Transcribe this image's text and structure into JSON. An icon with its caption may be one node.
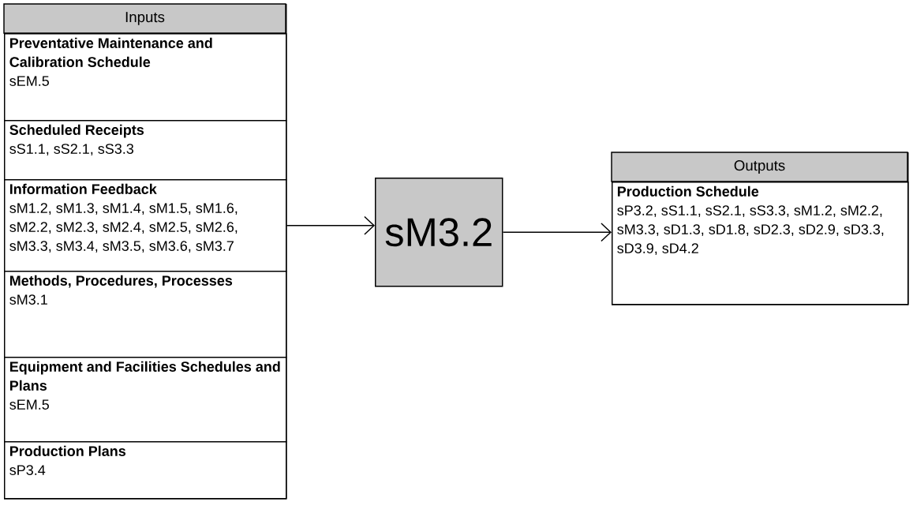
{
  "diagram": {
    "nodes": [
      {
        "text": [
          "Inputs"
        ]
      },
      {
        "text": [
          "Preventative Maintenance and Calibration Schedule",
          "sEM.5"
        ],
        "in": 0
      },
      {
        "text": [
          "Scheduled Receipts",
          "sS1.1, sS2.1, sS3.3"
        ],
        "in": 0
      },
      {
        "text": [
          "Information Feedback",
          "sM1.2, sM1.3, sM1.4, sM1.5, sM1.6, sM2.2, sM2.3, sM2.4, sM2.5, sM2.6, sM3.3, sM3.4, sM3.5, sM3.6, sM3.7"
        ],
        "in": 0
      },
      {
        "text": [
          "Methods, Procedures, Processes",
          "sM3.1"
        ],
        "in": 0
      },
      {
        "text": [
          "Equipment and Facilities Schedules and Plans",
          "sEM.5"
        ],
        "in": 0
      },
      {
        "text": [
          "Production Plans",
          "sP3.4"
        ],
        "in": 0
      },
      {
        "text": [
          "sM3.2"
        ]
      },
      {
        "text": [
          "Outputs"
        ]
      },
      {
        "text": [
          "Production Schedule",
          "sP3.2, sS1.1, sS2.1, sS3.3, sM1.2, sM2.2, sM3.3, sD1.3, sD1.8, sD2.3, sD2.9, sD3.3, sD3.9, sD4.2"
        ],
        "in": 8
      }
    ],
    "edges": [
      {
        "from": 3,
        "to": 7,
        "arrow": "to"
      },
      {
        "from": 7,
        "to": 9,
        "arrow": "to"
      }
    ]
  }
}
